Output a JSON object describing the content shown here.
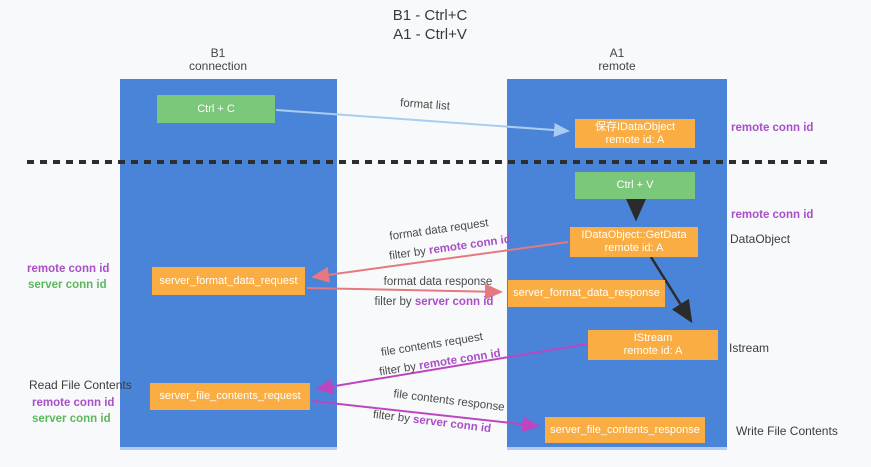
{
  "title": {
    "line1": "B1 - Ctrl+C",
    "line2": "A1 - Ctrl+V"
  },
  "lanes": {
    "left": {
      "title": "B1",
      "subtitle": "connection"
    },
    "right": {
      "title": "A1",
      "subtitle": "remote"
    }
  },
  "nodes": {
    "ctrl_c": {
      "label": "Ctrl + C"
    },
    "ctrl_v": {
      "label": "Ctrl + V"
    },
    "save_idataobject": {
      "line1": "保存IDataObject",
      "line2": "remote id: A"
    },
    "getdata": {
      "line1": "IDataObject::GetData",
      "line2": "remote id: A"
    },
    "istream": {
      "line1": "IStream",
      "line2": "remote id: A"
    },
    "server_format_data_request": {
      "label": "server_format_data_request"
    },
    "server_format_data_response": {
      "label": "server_format_data_response"
    },
    "server_file_contents_request": {
      "label": "server_file_contents_request"
    },
    "server_file_contents_response": {
      "label": "server_file_contents_response"
    }
  },
  "edge_labels": {
    "format_list": "format list",
    "format_data_request": "format data request",
    "format_data_request_filter": {
      "prefix": "filter by ",
      "key": "remote conn id"
    },
    "format_data_response": "format data response",
    "format_data_response_filter": {
      "prefix": "filter by ",
      "key": "server conn id"
    },
    "file_contents_request": "file contents request",
    "file_contents_request_filter": {
      "prefix": "filter by ",
      "key": "remote conn id"
    },
    "file_contents_response": "file contents response",
    "file_contents_response_filter": {
      "prefix": "filter by ",
      "key": "server conn id"
    }
  },
  "side_labels": {
    "right_remote_conn_id_top": "remote conn id",
    "right_remote_conn_id_mid": "remote conn id",
    "dataobject": "DataObject",
    "istream": "Istream",
    "write_file_contents": "Write File Contents",
    "left_remote_conn_id_top": "remote conn id",
    "left_server_conn_id_top": "server conn id",
    "read_file_contents": "Read File Contents",
    "left_remote_conn_id_bottom": "remote conn id",
    "left_server_conn_id_bottom": "server conn id"
  },
  "colors": {
    "lane_blue": "#4a84d8",
    "node_orange": "#f9ad42",
    "node_green": "#7cc87a",
    "purple_text": "#a94fc8",
    "green_text": "#5cb85c",
    "arrow_salmon": "#e57880",
    "arrow_magenta": "#bb46c0",
    "arrow_lightblue": "#a9cdf0",
    "arrow_black": "#2b2b2b",
    "background": "#f8f9fa"
  }
}
